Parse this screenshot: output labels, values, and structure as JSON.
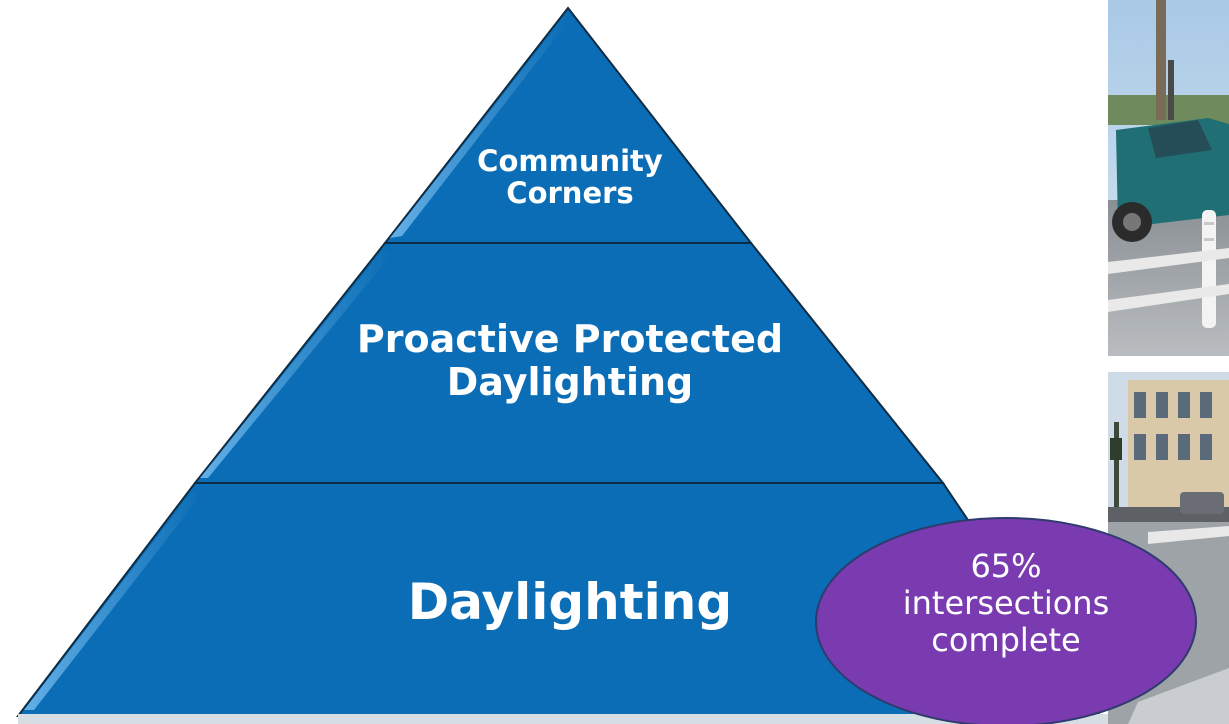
{
  "pyramid": {
    "tiers": [
      {
        "label": "Community\nCorners"
      },
      {
        "label": "Proactive Protected\nDaylighting"
      },
      {
        "label": "Daylighting"
      }
    ],
    "fill_color": "#0b6db5",
    "outline_color": "#0e2d45"
  },
  "callout": {
    "text": "65%\nintersections\ncomplete",
    "fill_color": "#7a3bb0"
  }
}
